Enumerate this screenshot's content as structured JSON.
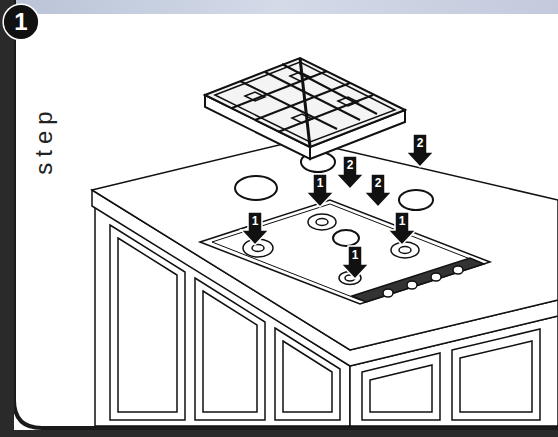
{
  "diagram": {
    "nodes": [
      {
        "text": [
          "1"
        ]
      }
    ],
    "labels": [
      "step",
      "1",
      "1",
      "1",
      "1",
      "2",
      "2",
      "2"
    ]
  }
}
